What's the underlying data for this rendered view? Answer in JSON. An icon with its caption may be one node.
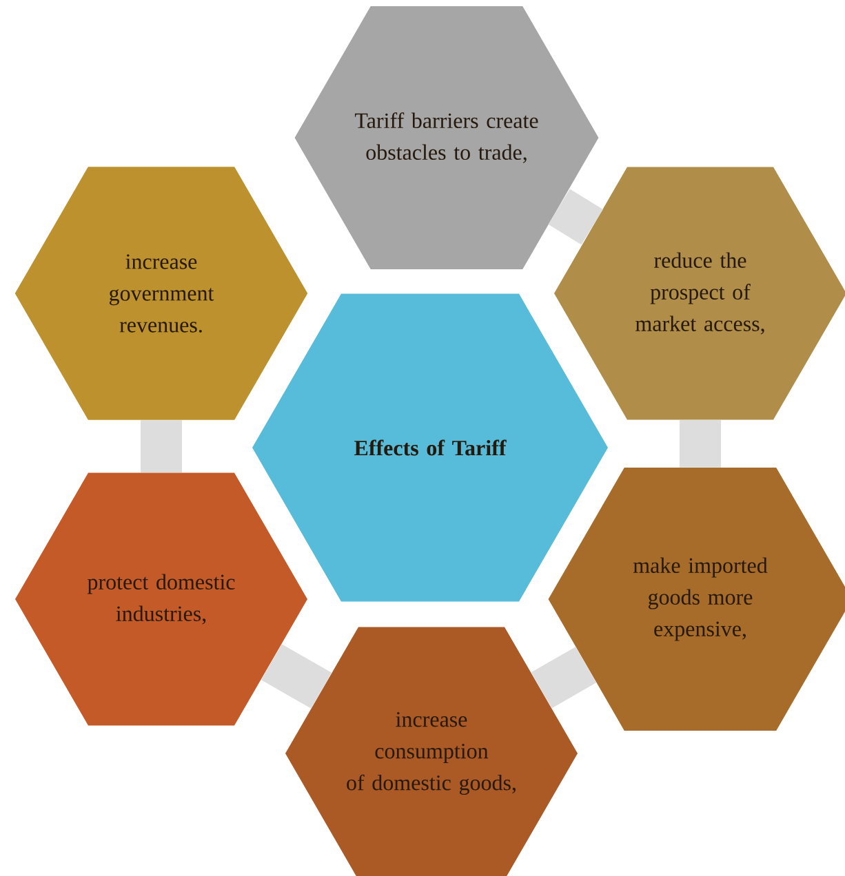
{
  "diagram": {
    "nodes": [
      {
        "text": [
          "Effects of Tariff"
        ]
      },
      {
        "text": [
          "Tariff barriers create obstacles to trade,"
        ]
      },
      {
        "text": [
          "reduce the prospect of market access,"
        ]
      },
      {
        "text": [
          "make imported goods more expensive,"
        ]
      },
      {
        "text": [
          "increase consumption of domestic goods,"
        ]
      },
      {
        "text": [
          "protect domestic industries,"
        ]
      },
      {
        "text": [
          "increase government revenues."
        ]
      }
    ],
    "edges": [
      {
        "from": 1,
        "to": 2,
        "arrow": "none"
      },
      {
        "from": 2,
        "to": 3,
        "arrow": "none"
      },
      {
        "from": 3,
        "to": 4,
        "arrow": "none"
      },
      {
        "from": 4,
        "to": 5,
        "arrow": "none"
      },
      {
        "from": 5,
        "to": 6,
        "arrow": "none"
      }
    ]
  }
}
